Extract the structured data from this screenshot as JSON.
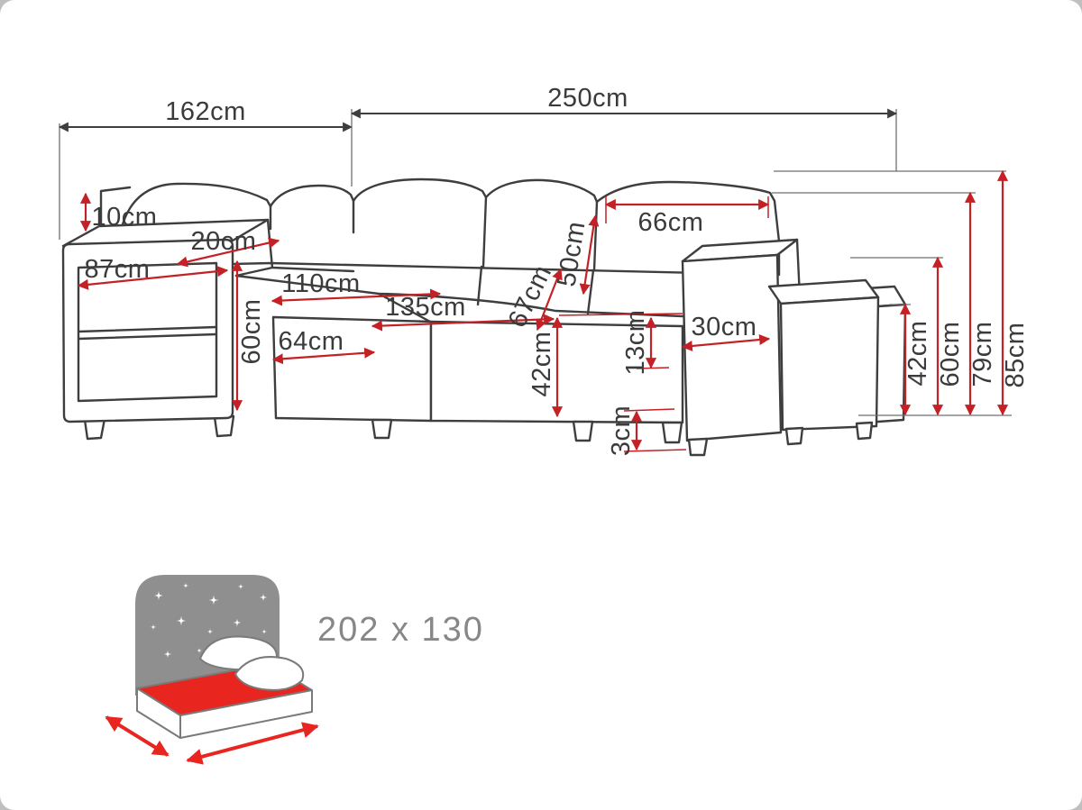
{
  "diagram_type": "corner-sofa-dimension-diagram",
  "colors": {
    "outline": "#3e3e3e",
    "dimension_red": "#c42126",
    "label_text": "#3b3b3b",
    "icon_gray": "#8f8f8f",
    "icon_red": "#e8251f",
    "sleeping_text": "#878787"
  },
  "dims": {
    "top_left_width": "162cm",
    "top_right_width": "250cm",
    "back_panel": "10cm",
    "armrest_width": "20cm",
    "shelf_width": "87cm",
    "armrest_front_height": "60cm",
    "corner_seat_depth": "110cm",
    "seat_length": "135cm",
    "chaise_width": "64cm",
    "back_cushion_width": "66cm",
    "back_cushion_height": "50cm",
    "backrest_height": "67cm",
    "seat_height": "42cm",
    "seat_offset": "13cm",
    "leg_height": "3cm",
    "pouf_width": "30cm",
    "pouf_height": "42cm",
    "right_armrest_height": "60cm",
    "frame_height": "79cm",
    "total_height": "85cm"
  },
  "sleeping_area": {
    "icon": "sleeping-area-icon",
    "label": "202 x 130"
  }
}
